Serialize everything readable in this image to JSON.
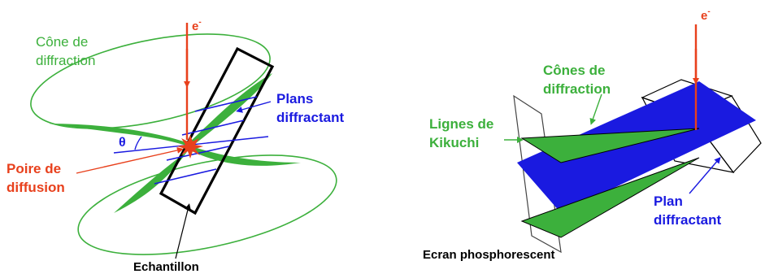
{
  "left_diagram": {
    "electron_label": "e",
    "electron_sup": "-",
    "cone_label_line1": "Cône de",
    "cone_label_line2": "diffraction",
    "planes_label_line1": "Plans",
    "planes_label_line2": "diffractant",
    "theta_label": "θ",
    "pear_label_line1": "Poire de",
    "pear_label_line2": "diffusion",
    "sample_label": "Echantillon"
  },
  "right_diagram": {
    "electron_label": "e",
    "electron_sup": "-",
    "cones_label_line1": "Cônes de",
    "cones_label_line2": "diffraction",
    "kikuchi_label_line1": "Lignes de",
    "kikuchi_label_line2": "Kikuchi",
    "plane_label_line1": "Plan",
    "plane_label_line2": "diffractant",
    "screen_label": "Ecran phosphorescent"
  },
  "colors": {
    "green": "#3cb03c",
    "blue": "#1a1ae0",
    "red": "#e8401c",
    "black": "#000000"
  }
}
